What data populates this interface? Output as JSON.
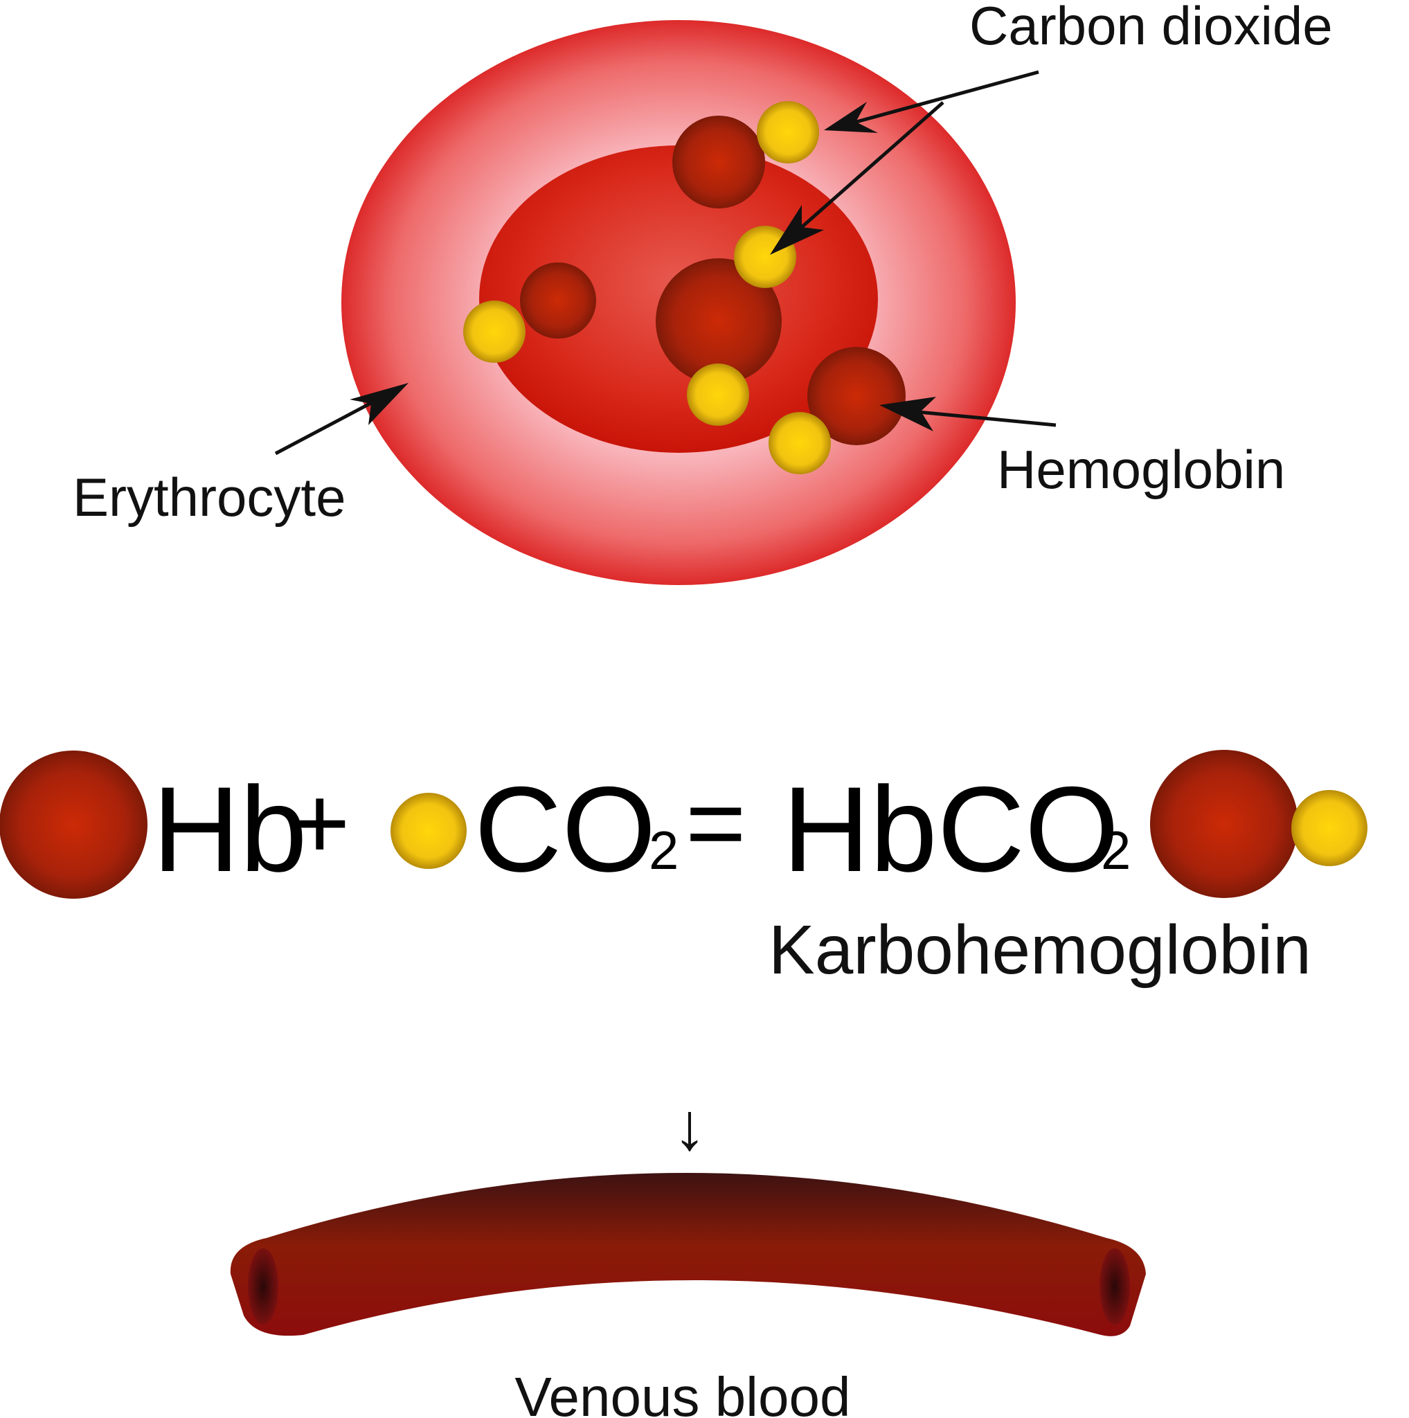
{
  "labels": {
    "carbon_dioxide": "Carbon dioxide",
    "erythrocyte": "Erythrocyte",
    "hemoglobin": "Hemoglobin",
    "karbohemoglobin": "Karbohemoglobin",
    "venous_blood": "Venous blood"
  },
  "equation": {
    "hb": "Hb",
    "plus": "+",
    "co": "CO",
    "sub1": "2",
    "equals": "=",
    "hbco": "HbCO",
    "sub2": "2"
  },
  "flow_arrow": "↓",
  "colors": {
    "hemoglobin": "#b8240a",
    "carbon_dioxide": "#f2c410",
    "erythrocyte_rim": "#e53d3d",
    "erythrocyte_center": "#f9b7bd",
    "inner_disc": "#d71f10",
    "vessel": "#7a1010",
    "arrow": "#111111"
  }
}
